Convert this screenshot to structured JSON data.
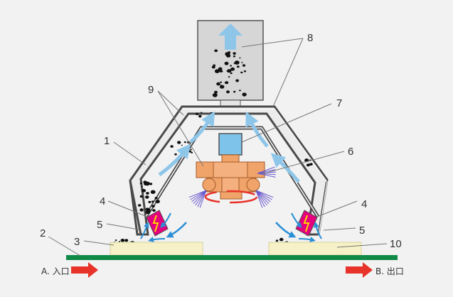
{
  "callouts": {
    "n1": "1",
    "n2": "2",
    "n3": "3",
    "n4_left": "4",
    "n4_right": "4",
    "n5_left": "5",
    "n5_right": "5",
    "n6": "6",
    "n7": "7",
    "n8": "8",
    "n9": "9",
    "n10": "10"
  },
  "flow": {
    "entry_label": "A. 入口",
    "exit_label": "B. 出口"
  },
  "colors": {
    "conveyor": "#0f8a47",
    "flow_arrow": "#e8332a",
    "air_arrow": "#8ec6ea",
    "blast_arrow": "#2a8fd6",
    "hood_frame": "#4a4a4a",
    "robot": "#f0a46a",
    "nozzle": "#e4007f",
    "workpiece": "#f6f1c6"
  },
  "icons": {
    "exhaust": "up-arrow-icon",
    "entry": "right-arrow-icon",
    "exit": "right-arrow-icon"
  }
}
